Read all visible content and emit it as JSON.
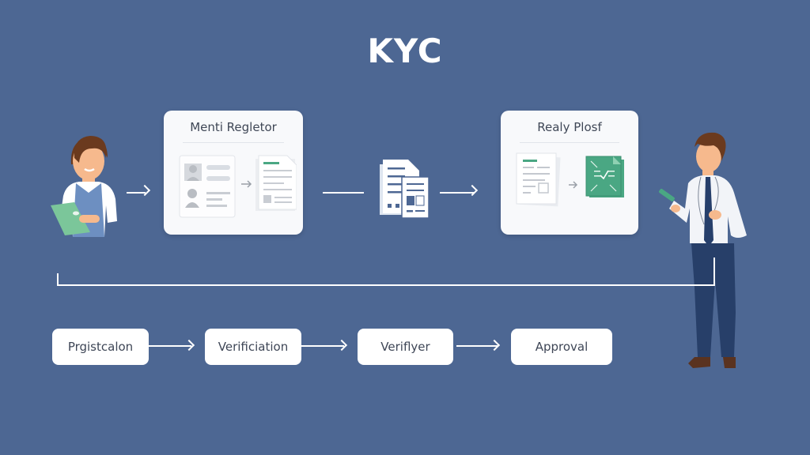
{
  "title": "KYC",
  "cards": [
    {
      "title": "Menti Regletor"
    },
    {
      "title": "Realy Plosf"
    }
  ],
  "steps": [
    {
      "label": "Prgistcalon"
    },
    {
      "label": "Verificiation"
    },
    {
      "label": "Veriflyer"
    },
    {
      "label": "Approval"
    }
  ],
  "icons": {
    "left_person": "person-with-clipboard",
    "right_person": "businessman",
    "center_docs": "document-stack",
    "id_card": "id-card",
    "form_doc": "form-document",
    "papers": "paper-stack",
    "verified_doc": "verified-document"
  },
  "colors": {
    "background": "#4d6793",
    "accent_green": "#4aa783",
    "card": "#f8f9fb"
  }
}
